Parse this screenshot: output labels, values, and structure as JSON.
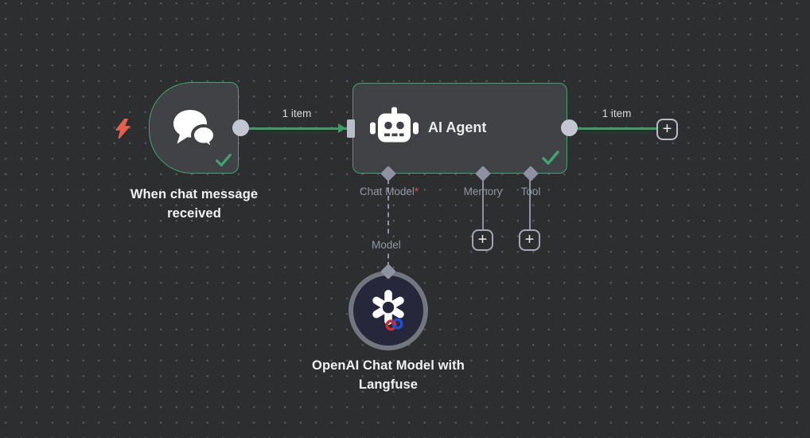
{
  "workflow": {
    "trigger_node": {
      "name": "When chat message received",
      "icon": "chat-bubbles-icon",
      "status": "success"
    },
    "agent_node": {
      "title": "AI Agent",
      "icon": "robot-icon",
      "status": "success",
      "ports": [
        {
          "label": "Chat Model",
          "required_marker": "*"
        },
        {
          "label": "Memory"
        },
        {
          "label": "Tool"
        }
      ]
    },
    "model_node": {
      "name": "OpenAI Chat Model with Langfuse",
      "icon": "openai-logo"
    },
    "connections": {
      "trigger_to_agent_label": "1 item",
      "agent_output_label": "1 item",
      "model_link_label": "Model"
    },
    "buttons": {
      "add_memory": "+",
      "add_tool": "+",
      "add_next": "+"
    },
    "colors": {
      "canvas_bg": "#2d2e30",
      "node_bg": "#404245",
      "success_green": "#3fa56f",
      "connection_green": "#3b9e63",
      "connector_gray": "#8d91a1",
      "endpoint_gray": "#c4c7d1",
      "label_gray": "#9297a2",
      "trigger_bolt_orange": "#e2614e",
      "required_red": "#e0514c",
      "model_node_inner": "#26273a"
    }
  }
}
